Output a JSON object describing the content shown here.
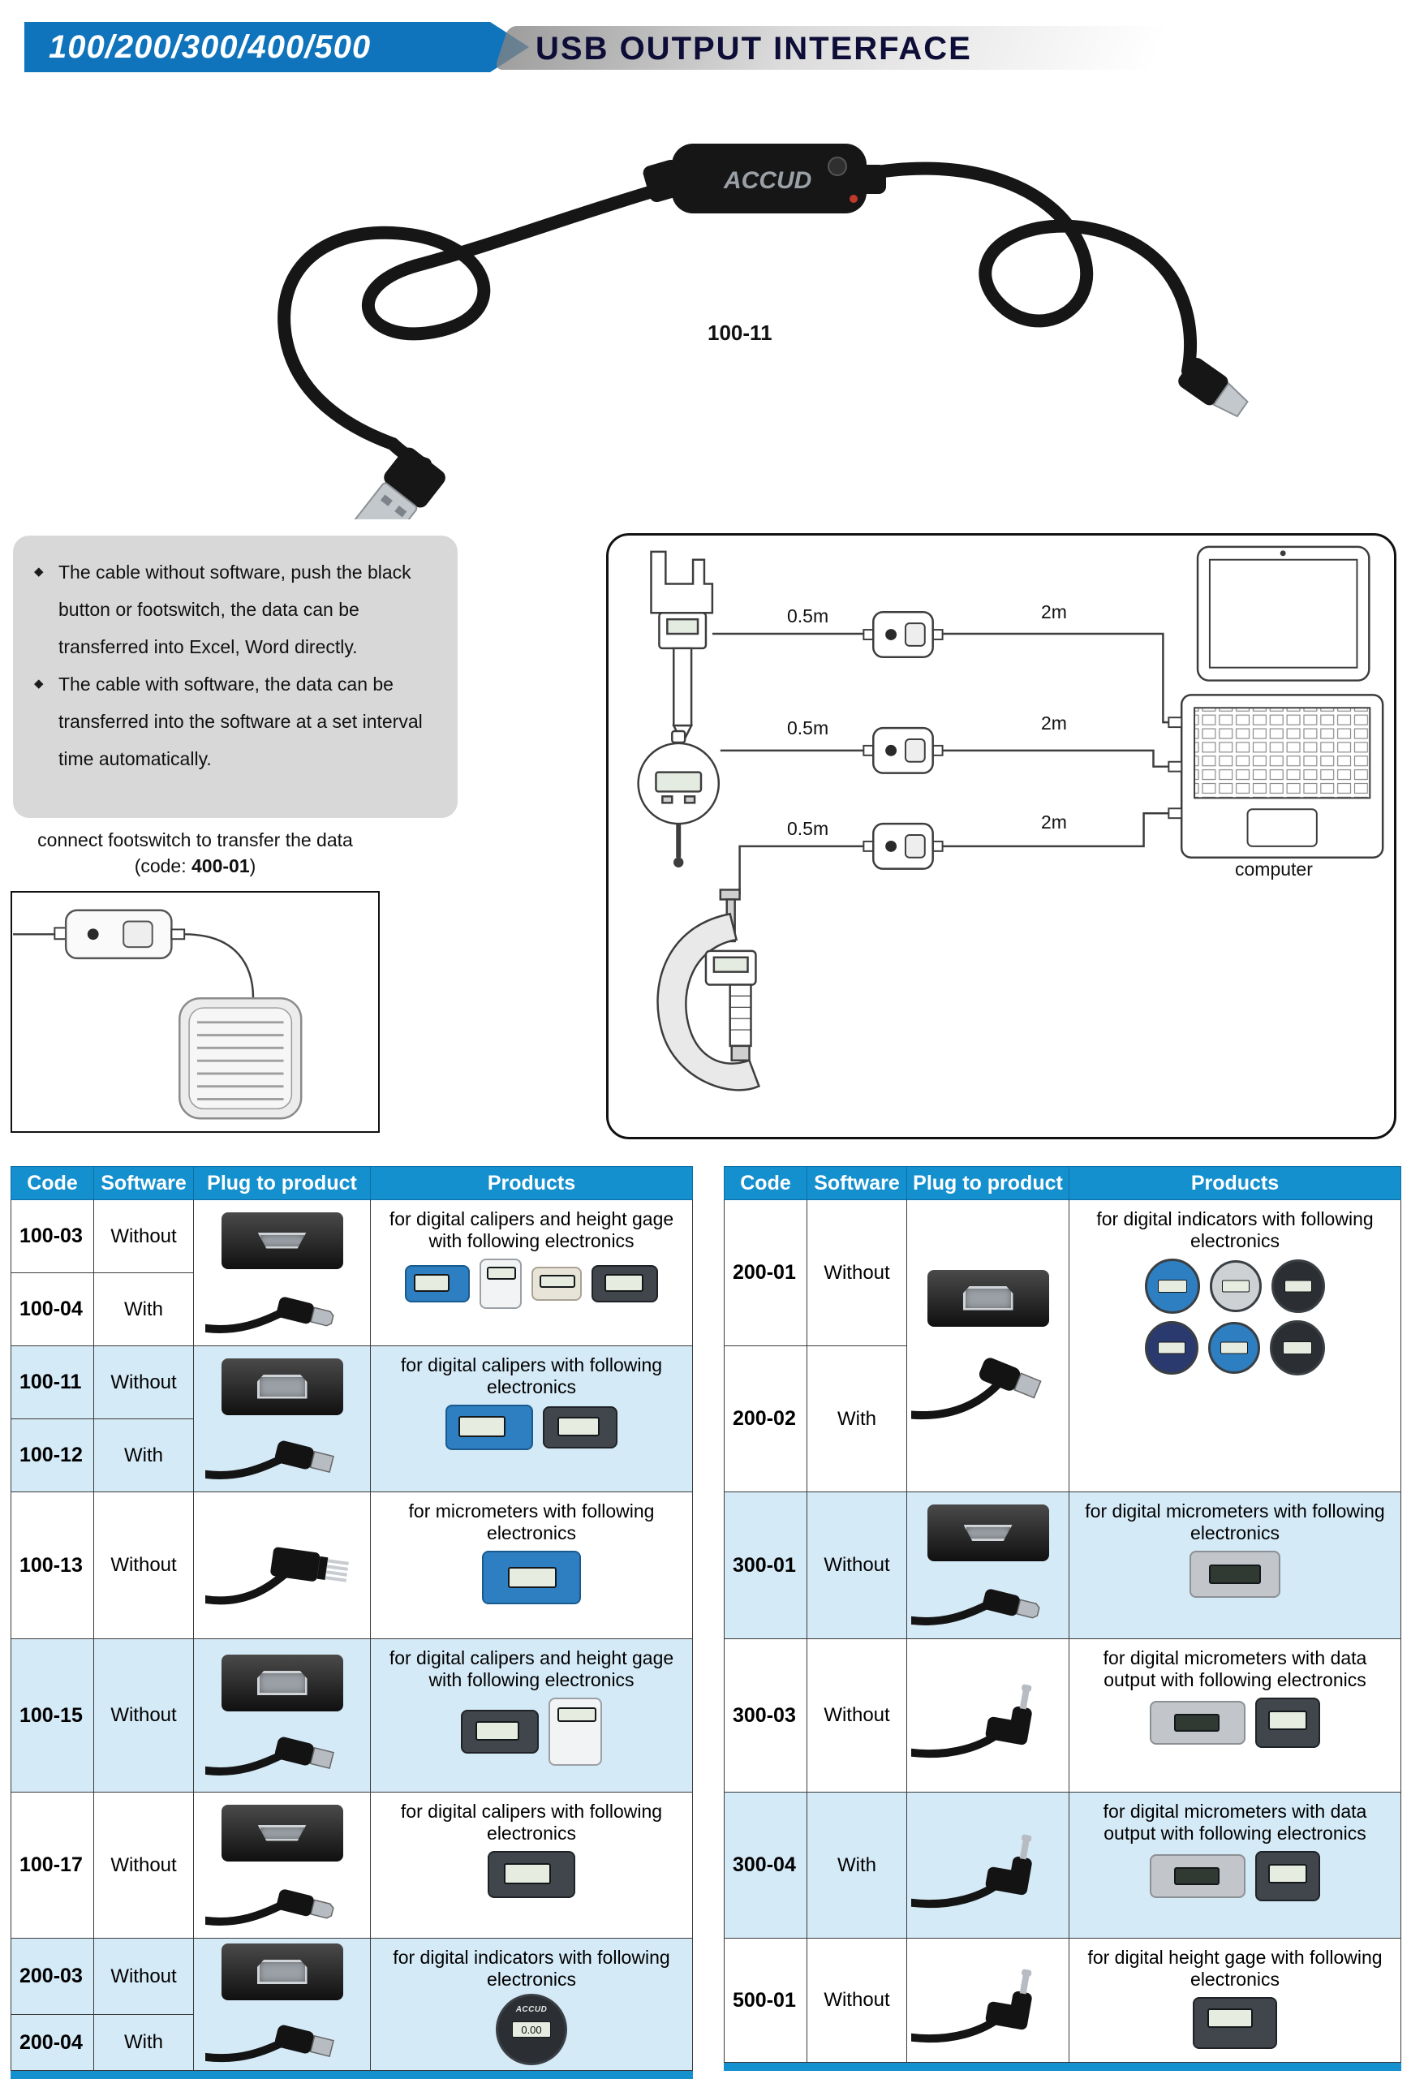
{
  "colors": {
    "banner_blue": "#0f74bb",
    "table_header_blue": "#1590cf",
    "row_stripe_blue": "#d5eaf7"
  },
  "header": {
    "series": "100/200/300/400/500",
    "title": "USB OUTPUT INTERFACE"
  },
  "product_photo": {
    "brand": "ACCUD",
    "code_label": "100-11"
  },
  "info_box": {
    "bullet_glyph": "◆",
    "bullets": [
      "The cable without software, push the black button or footswitch, the data can be transferred into Excel, Word directly.",
      "The cable with software, the data can be transferred into the software at a set interval time automatically."
    ]
  },
  "footswitch": {
    "caption": "connect footswitch to transfer the data",
    "code_prefix": "(code: ",
    "code": "400-01",
    "code_suffix": ")"
  },
  "diagram": {
    "labels": {
      "short1": "0.5m",
      "short2": "0.5m",
      "short3": "0.5m",
      "long1": "2m",
      "long2": "2m",
      "long3": "2m",
      "computer": "computer"
    }
  },
  "device_labels": {
    "brand": "ACCUD",
    "indicator_reading": "0.00"
  },
  "table": {
    "headers": {
      "code": "Code",
      "software": "Software",
      "plug": "Plug to product",
      "products": "Products"
    },
    "left": {
      "groups": [
        {
          "rows": [
            {
              "code": "100-03",
              "software": "Without"
            },
            {
              "code": "100-04",
              "software": "With"
            }
          ],
          "products": "for digital calipers and height gage with following electronics"
        },
        {
          "rows": [
            {
              "code": "100-11",
              "software": "Without"
            },
            {
              "code": "100-12",
              "software": "With"
            }
          ],
          "products": "for digital calipers with following electronics"
        },
        {
          "rows": [
            {
              "code": "100-13",
              "software": "Without"
            }
          ],
          "products": "for micrometers with following electronics"
        },
        {
          "rows": [
            {
              "code": "100-15",
              "software": "Without"
            }
          ],
          "products": "for digital calipers and height gage with following electronics"
        },
        {
          "rows": [
            {
              "code": "100-17",
              "software": "Without"
            }
          ],
          "products": "for digital calipers with following electronics"
        },
        {
          "rows": [
            {
              "code": "200-03",
              "software": "Without"
            },
            {
              "code": "200-04",
              "software": "With"
            }
          ],
          "products": "for digital indicators with following electronics"
        }
      ]
    },
    "right": {
      "groups": [
        {
          "rows": [
            {
              "code": "200-01",
              "software": "Without"
            },
            {
              "code": "200-02",
              "software": "With"
            }
          ],
          "products": "for digital indicators with following electronics"
        },
        {
          "rows": [
            {
              "code": "300-01",
              "software": "Without"
            }
          ],
          "products": "for digital micrometers with following electronics"
        },
        {
          "rows": [
            {
              "code": "300-03",
              "software": "Without"
            }
          ],
          "products": "for digital micrometers with data output with following electronics"
        },
        {
          "rows": [
            {
              "code": "300-04",
              "software": "With"
            }
          ],
          "products": "for digital micrometers with data output with following electronics"
        },
        {
          "rows": [
            {
              "code": "500-01",
              "software": "Without"
            }
          ],
          "products": "for digital height gage with following electronics"
        }
      ]
    }
  }
}
